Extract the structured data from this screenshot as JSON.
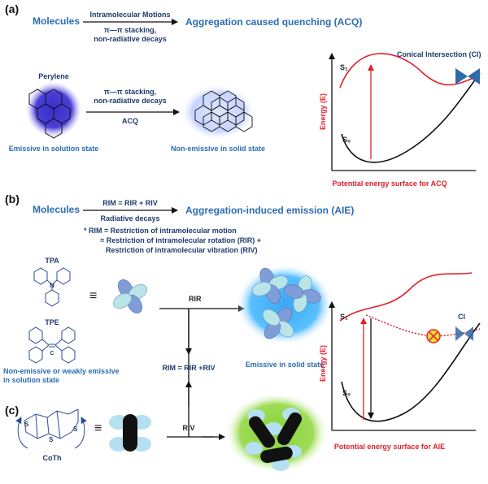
{
  "panel_a": {
    "label": "(a)",
    "molecules": "Molecules",
    "arrow_top": "Intramolecular Motions",
    "arrow_bottom_1": "π—π stacking,",
    "arrow_bottom_2": "non-radiative decays",
    "result": "Aggregation caused quenching (ACQ)",
    "perylene": "Perylene",
    "mid_arrow_1": "π—π stacking,",
    "mid_arrow_2": "non-radiative decays",
    "mid_arrow_3": "ACQ",
    "emissive_solution": "Emissive in solution state",
    "nonemissive_solid": "Non-emissive in solid state",
    "energy_axis": "Energy (E)",
    "s1": "S₁",
    "s0": "S₀",
    "ci": "Conical Intersection (CI)",
    "pes_caption": "Potential energy surface for ACQ"
  },
  "panel_b": {
    "label": "(b)",
    "molecules": "Molecules",
    "arrow_top": "RIM = RIR + RIV",
    "arrow_bottom": "Radiative decays",
    "result": "Aggregation-induced emission (AIE)",
    "def_1": "* RIM  = Restriction of intramolecular motion",
    "def_2": "= Restriction of intramolecular rotation (RIR) +",
    "def_3": "Restriction of intramolecular vibration (RIV)",
    "tpa": "TPA",
    "tpe": "TPE",
    "n_atom": "N",
    "c_atom": "C",
    "equiv": "≡",
    "rir": "RIR",
    "rim_eq": "RIM = RIR +RIV",
    "emissive_solid": "Emissive in solid state",
    "nonemissive_1": "Non-emissive or weakly emissive",
    "nonemissive_2": "in solution state",
    "energy_axis": "Energy (E)",
    "s1": "S₁",
    "s0": "S₀",
    "ci": "CI",
    "pes_caption": "Potential energy surface for AIE"
  },
  "panel_c": {
    "label": "(c)",
    "coth": "CoTh",
    "s": "S",
    "equiv": "≡",
    "riv": "RIV"
  }
}
